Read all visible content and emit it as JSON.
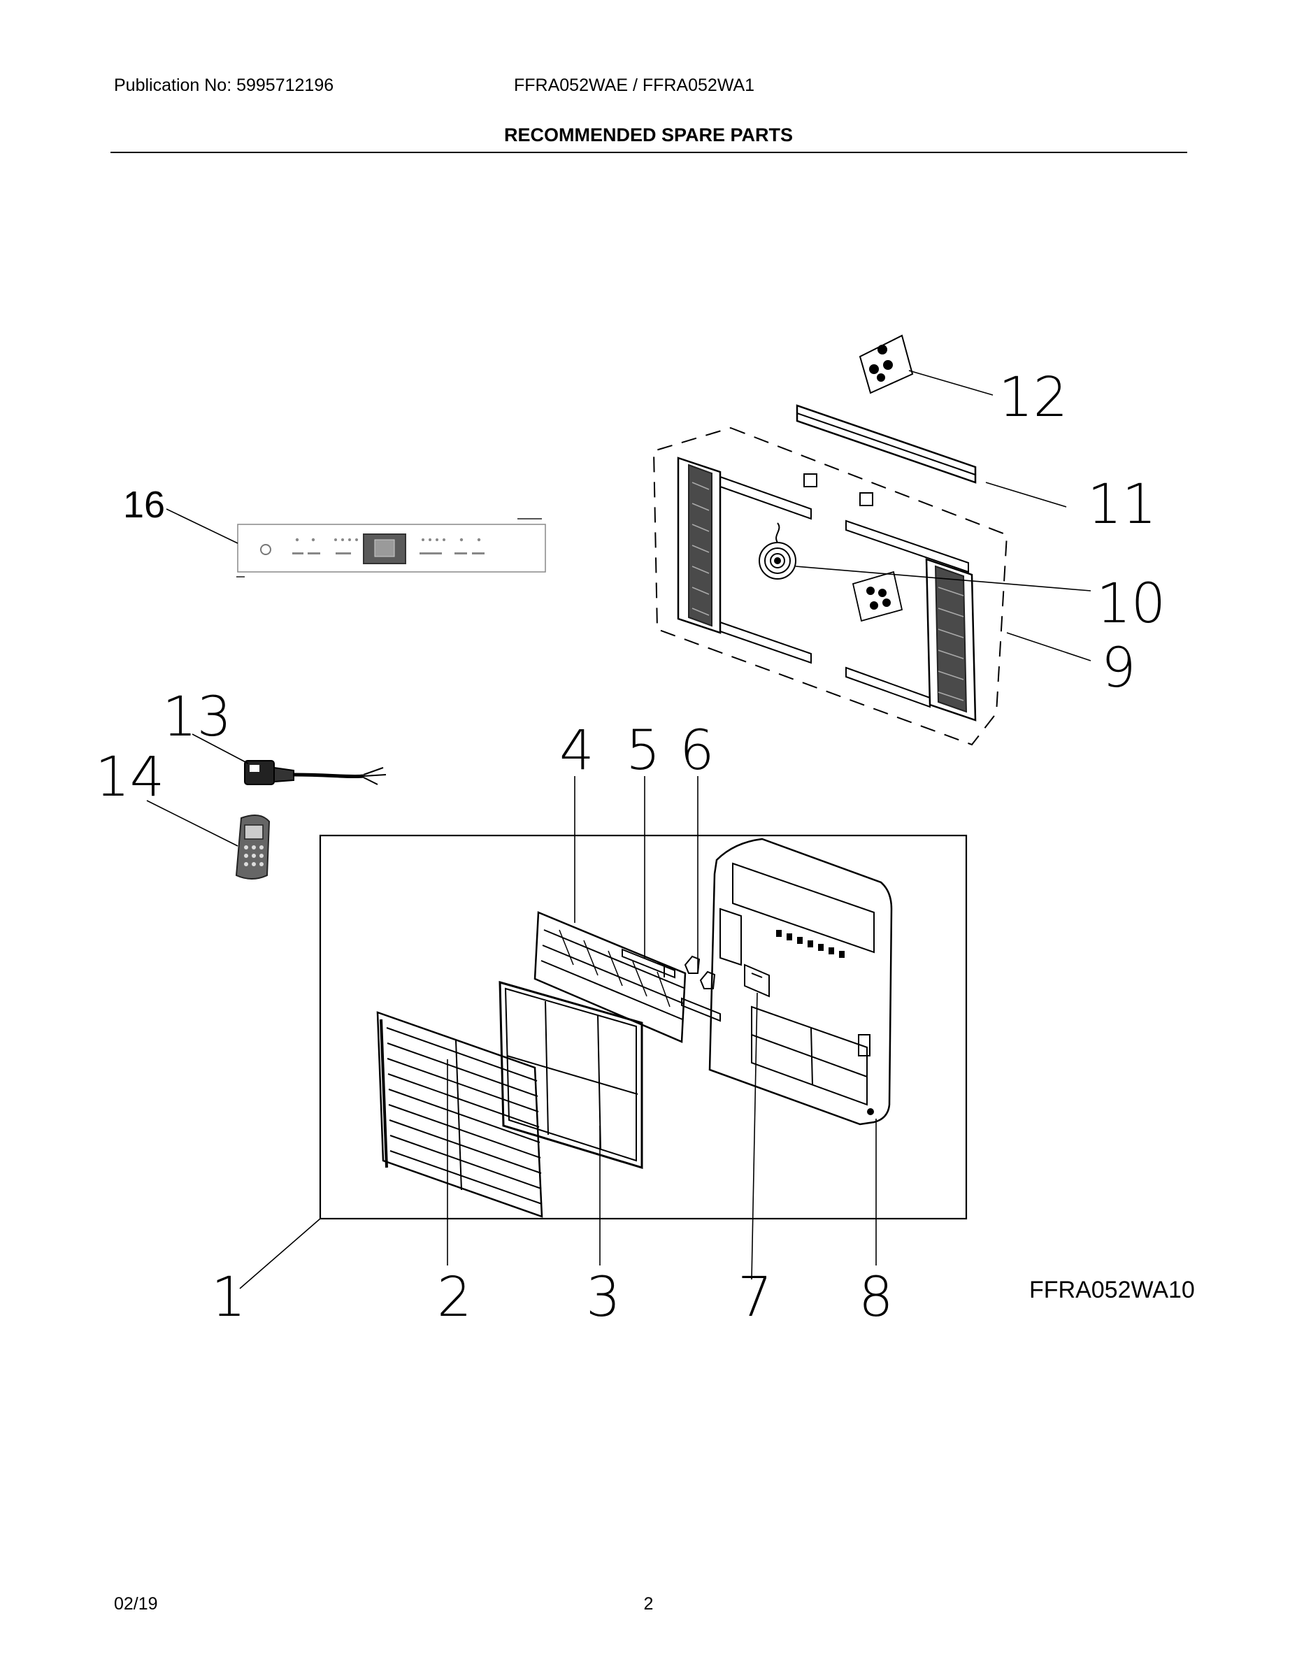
{
  "header": {
    "publication": "Publication No: 5995712196",
    "model": "FFRA052WAE / FFRA052WA1",
    "title": "RECOMMENDED SPARE PARTS"
  },
  "drawing": {
    "id": "FFRA052WA10",
    "callouts": [
      "1",
      "2",
      "3",
      "4",
      "5",
      "6",
      "7",
      "8",
      "9",
      "10",
      "11",
      "12",
      "13",
      "14",
      "16"
    ]
  },
  "footer": {
    "date": "02/19",
    "page": "2"
  }
}
